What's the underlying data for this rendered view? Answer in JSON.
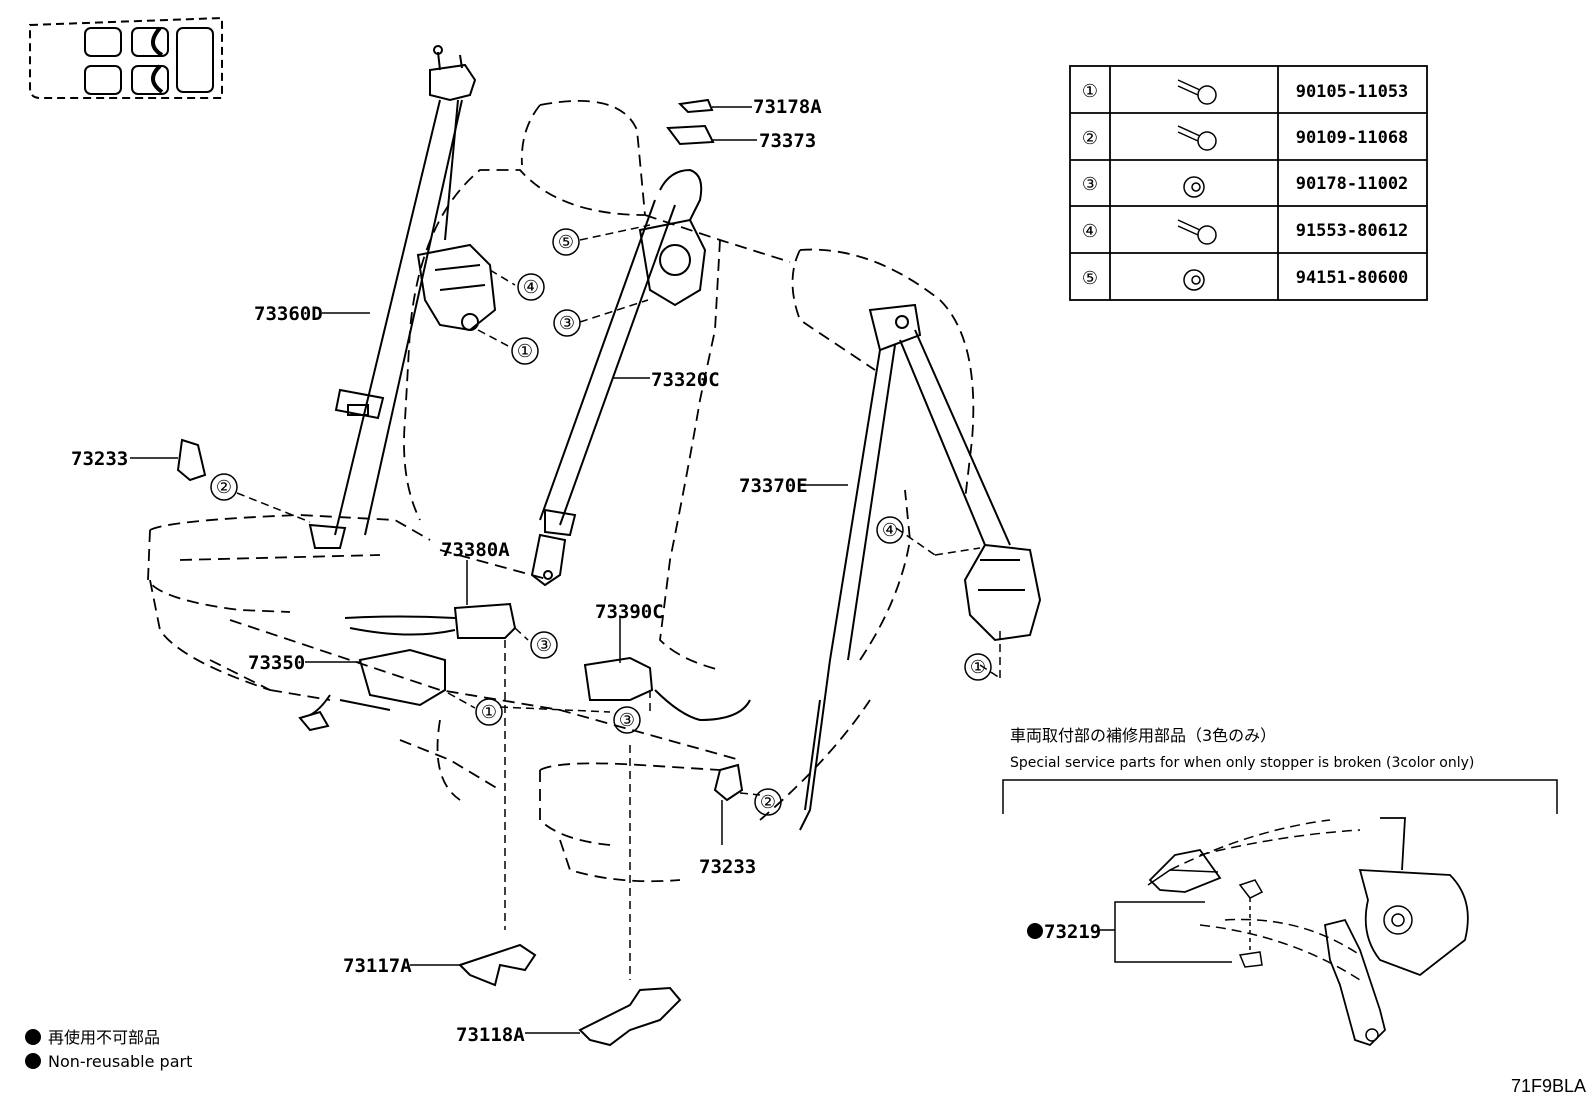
{
  "labels": {
    "l73178A": "73178A",
    "l73373": "73373",
    "l73360D": "73360D",
    "l73320C": "73320C",
    "l73233_left": "73233",
    "l73380A": "73380A",
    "l73390C": "73390C",
    "l73370E": "73370E",
    "l73350": "73350",
    "l73233_center": "73233",
    "l73117A": "73117A",
    "l73118A": "73118A",
    "l73219": "73219"
  },
  "callouts": {
    "c1": "①",
    "c2": "②",
    "c3": "③",
    "c4": "④",
    "c5": "⑤"
  },
  "fastener_table": [
    {
      "ref": "①",
      "icon": "bolt-icon",
      "part": "90105-11053"
    },
    {
      "ref": "②",
      "icon": "bolt-icon",
      "part": "90109-11068"
    },
    {
      "ref": "③",
      "icon": "nut-icon",
      "part": "90178-11002"
    },
    {
      "ref": "④",
      "icon": "bolt-icon",
      "part": "91553-80612"
    },
    {
      "ref": "⑤",
      "icon": "nut-icon",
      "part": "94151-80600"
    }
  ],
  "service_note": {
    "jp": "車両取付部の補修用部品（3色のみ）",
    "en": "Special service parts for when only stopper is broken (3color only)"
  },
  "legend": {
    "jp": "再使用不可部品",
    "en": "Non-reusable part"
  },
  "figure_code": "71F9BLA"
}
